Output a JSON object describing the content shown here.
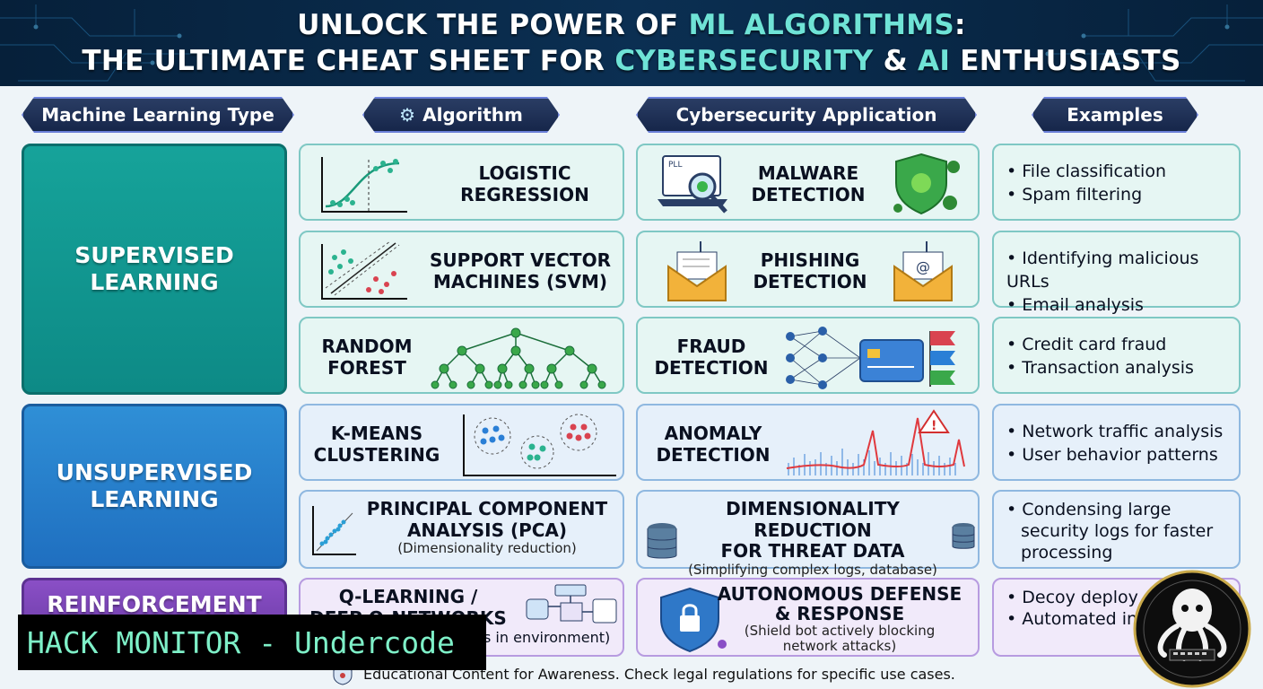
{
  "title": {
    "line1_a": "UNLOCK THE POWER OF ",
    "line1_hl": "ML ALGORITHMS",
    "line1_b": ":",
    "line2_a": "THE ULTIMATE CHEAT SHEET FOR ",
    "line2_hl1": "CYBERSECURITY",
    "line2_mid": " & ",
    "line2_hl2": "AI",
    "line2_b": " ENTHUSIASTS"
  },
  "headers": {
    "type": "Machine Learning Type",
    "algorithm": "Algorithm",
    "application": "Cybersecurity Application",
    "examples": "Examples"
  },
  "types": {
    "supervised_1": "SUPERVISED",
    "supervised_2": "LEARNING",
    "unsupervised_1": "UNSUPERVISED",
    "unsupervised_2": "LEARNING",
    "reinforcement": "REINFORCEMENT"
  },
  "rows": [
    {
      "algo_1": "LOGISTIC",
      "algo_2": "REGRESSION",
      "app_1": "MALWARE",
      "app_2": "DETECTION",
      "ex": [
        "File classification",
        "Spam filtering"
      ]
    },
    {
      "algo_1": "SUPPORT VECTOR",
      "algo_2": "MACHINES (SVM)",
      "app_1": "PHISHING",
      "app_2": "DETECTION",
      "ex": [
        "Identifying malicious URLs",
        "Email analysis"
      ]
    },
    {
      "algo_1": "RANDOM",
      "algo_2": "FOREST",
      "app_1": "FRAUD",
      "app_2": "DETECTION",
      "ex": [
        "Credit card fraud",
        "Transaction analysis"
      ]
    },
    {
      "algo_1": "K-MEANS",
      "algo_2": "CLUSTERING",
      "app_1": "ANOMALY",
      "app_2": "DETECTION",
      "ex": [
        "Network traffic analysis",
        "User behavior patterns"
      ]
    },
    {
      "algo_1": "PRINCIPAL COMPONENT",
      "algo_2": "ANALYSIS (PCA)",
      "algo_sub": "(Dimensionality reduction)",
      "app_1": "DIMENSIONALITY REDUCTION",
      "app_2": "FOR THREAT DATA",
      "app_sub": "(Simplifying complex logs, database)",
      "ex": [
        "Condensing large security logs for faster processing"
      ]
    },
    {
      "algo_1": "Q-LEARNING /",
      "algo_2": "DEEP Q-NETWORKS",
      "algo_sub": "s in environment)",
      "app_1": "AUTONOMOUS DEFENSE",
      "app_2": "& RESPONSE",
      "app_sub": "(Shield bot actively blocking network attacks)",
      "ex": [
        "Decoy deploy",
        "Automated in response"
      ]
    }
  ],
  "pll_label": "PLL",
  "footer": "Educational Content for Awareness. Check legal regulations for specific use cases.",
  "overlay": "HACK MONITOR - Undercode",
  "colors": {
    "title_bg": "#06203a",
    "title_accent": "#6fe3d6",
    "supervised": "#16a39a",
    "unsupervised": "#2f8fd6",
    "reinforcement": "#8a4fc6",
    "overlay_text": "#7ef0c8"
  }
}
